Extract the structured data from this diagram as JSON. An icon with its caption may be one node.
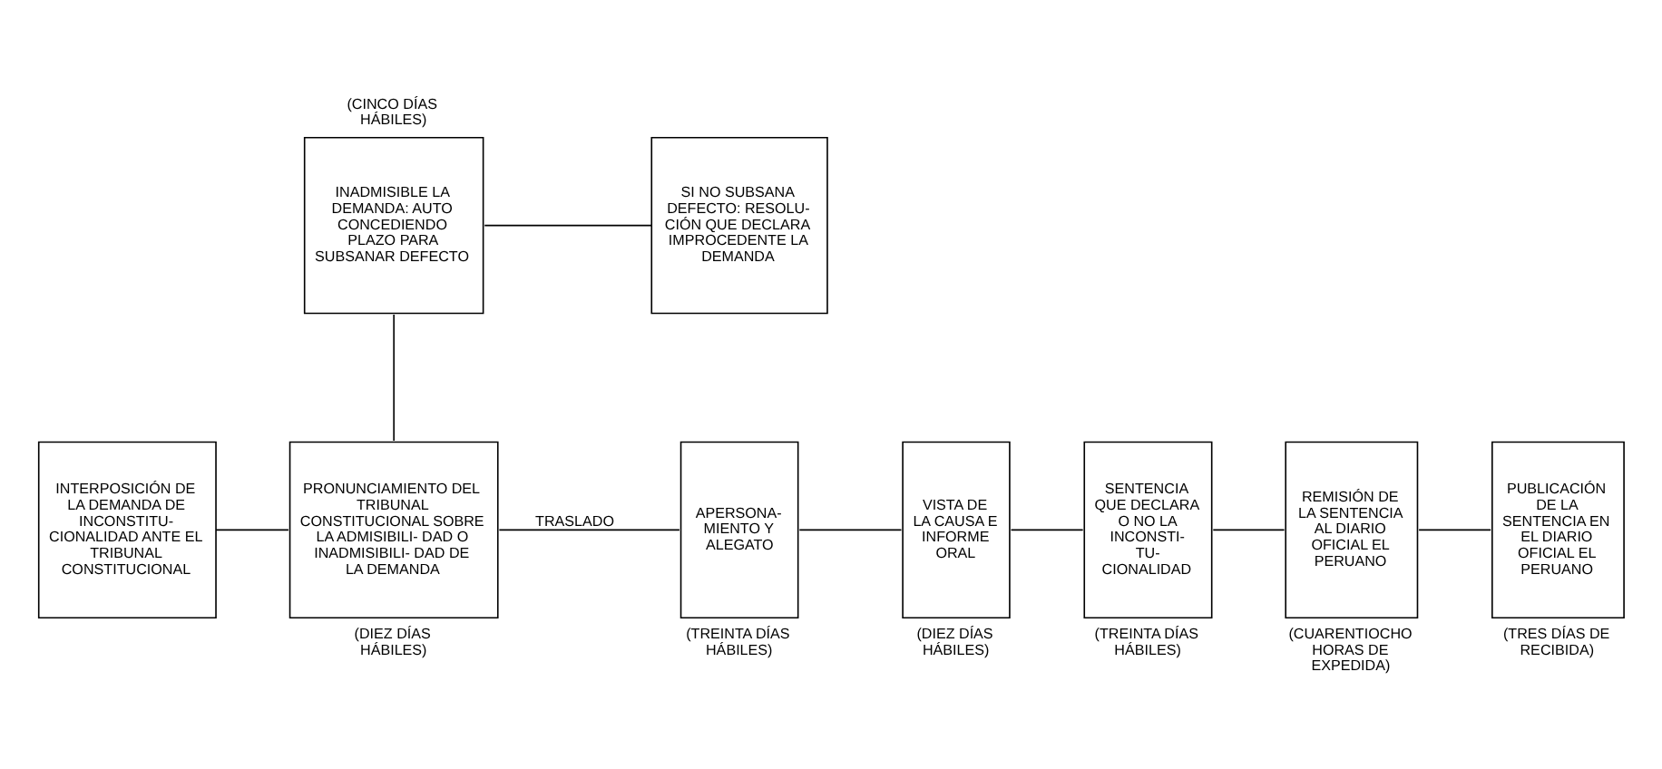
{
  "diagram": {
    "nodes": [
      {
        "text": [
          "INADMISIBLE LA DEMANDA: AUTO CONCEDIENDO PLAZO PARA SUBSANAR DEFECTO"
        ],
        "beside": [
          "(CINCO DÍAS HÁBILES)"
        ]
      },
      {
        "text": [
          "SI NO SUBSANA DEFECTO: RESOLU- CIÓN QUE DECLARA IMPROCEDENTE LA DEMANDA"
        ]
      },
      {
        "text": [
          "INTERPOSICIÓN DE LA DEMANDA DE INCONSTITU- CIONALIDAD ANTE EL TRIBUNAL CONSTITUCIONAL"
        ]
      },
      {
        "text": [
          "PRONUNCIAMIENTO DEL TRIBUNAL CONSTITUCIONAL SOBRE LA ADMISIBILI- DAD O INADMISIBILI- DAD DE LA DEMANDA"
        ],
        "beside": [
          "(DIEZ DÍAS HÁBILES)"
        ]
      },
      {
        "text": [
          "APERSONA- MIENTO Y ALEGATO"
        ],
        "beside": [
          "(TREINTA DÍAS HÁBILES)"
        ]
      },
      {
        "text": [
          "VISTA DE LA CAUSA E INFORME ORAL"
        ],
        "beside": [
          "(DIEZ DÍAS HÁBILES)"
        ]
      },
      {
        "text": [
          "SENTENCIA QUE DECLARA O NO LA INCONSTI- TU- CIONALIDAD"
        ],
        "beside": [
          "(TREINTA DÍAS HÁBILES)"
        ]
      },
      {
        "text": [
          "REMISIÓN DE LA SENTENCIA AL DIARIO OFICIAL EL PERUANO"
        ],
        "beside": [
          "(CUARENTIOCHO HORAS DE EXPEDIDA)"
        ]
      },
      {
        "text": [
          "PUBLICACIÓN DE LA SENTENCIA EN EL DIARIO OFICIAL EL PERUANO"
        ],
        "beside": [
          "(TRES DÍAS DE RECIBIDA)"
        ]
      }
    ],
    "edges": [
      {
        "from": 0,
        "to": 1,
        "arrow": "none"
      },
      {
        "from": 3,
        "to": 0,
        "arrow": "none"
      },
      {
        "from": 2,
        "to": 3,
        "arrow": "none"
      },
      {
        "from": 3,
        "to": 4,
        "arrow": "none",
        "label": "TRASLADO"
      },
      {
        "from": 4,
        "to": 5,
        "arrow": "none"
      },
      {
        "from": 5,
        "to": 6,
        "arrow": "none"
      },
      {
        "from": 6,
        "to": 7,
        "arrow": "none"
      },
      {
        "from": 7,
        "to": 8,
        "arrow": "none"
      }
    ]
  }
}
